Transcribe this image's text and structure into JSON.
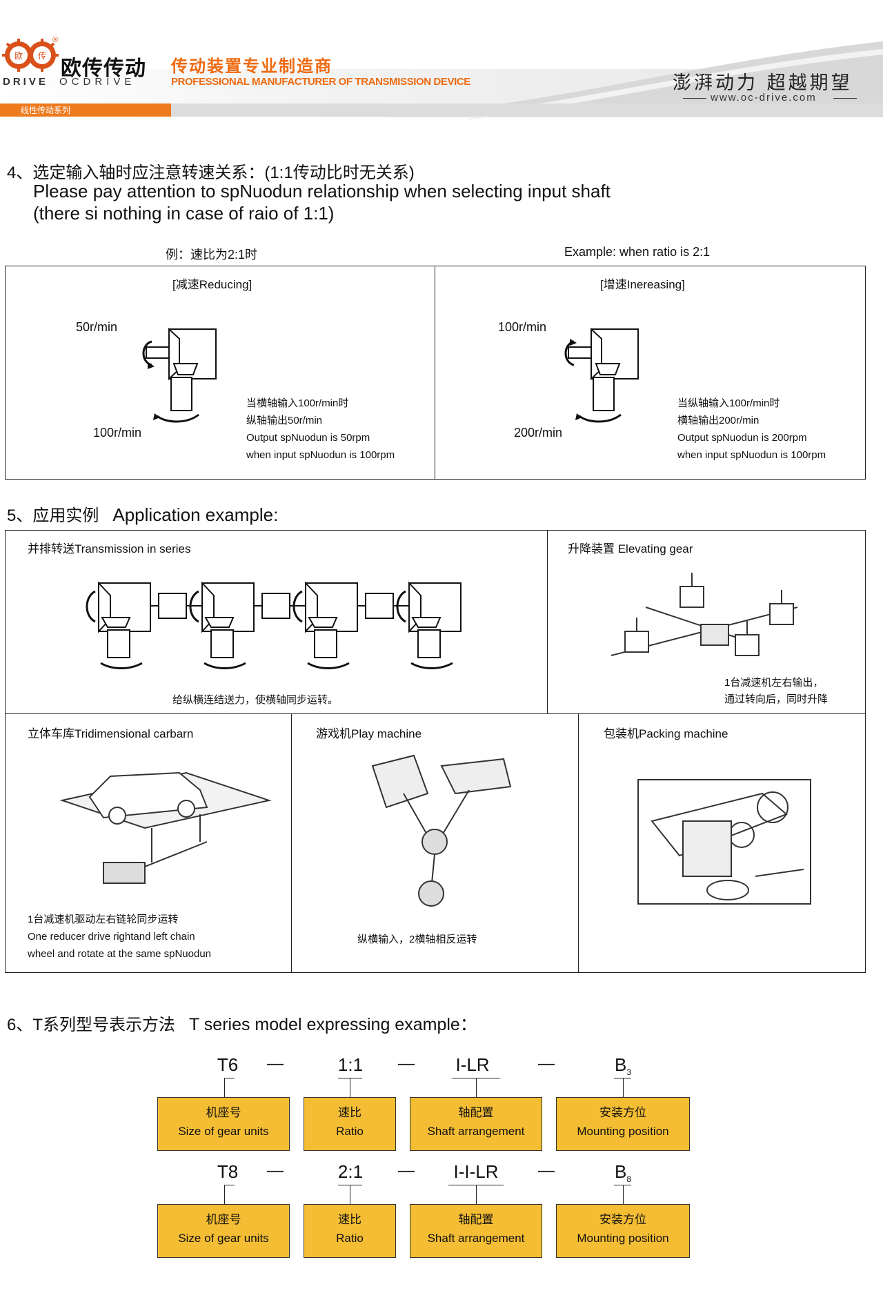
{
  "header": {
    "brand_cn": "欧传传动",
    "brand_en_left": "DRIVE",
    "brand_en_right": "OCDRIVE",
    "registered": "®",
    "logo_glyphs": [
      "欧",
      "传"
    ],
    "tagline_cn": "传动装置专业制造商",
    "tagline_en": "PROFESSIONAL MANUFACTURER OF TRANSMISSION DEVICE",
    "series_tab": "线性传动系列",
    "slogan": "澎湃动力 超越期望",
    "website": "www.oc-drive.com",
    "brand_color": "#ee7a1e"
  },
  "section4": {
    "title_cn": "4、选定输入轴时应注意转速关系：(1:1传动比时无关系)",
    "title_en1": "Please pay attention to spNuodun relationship when selecting input shaft",
    "title_en2": "(there si nothing in case of raio of 1:1)",
    "example_cn": "例：速比为2:1时",
    "example_en": "Example:  when ratio is 2:1",
    "reducing": {
      "title": "[减速Reducing]",
      "top_speed": "50r/min",
      "bottom_speed": "100r/min",
      "note": [
        "当横轴输入100r/min时",
        "纵轴输出50r/min",
        "Output spNuodun is 50rpm",
        "when input spNuodun is 100rpm"
      ]
    },
    "increasing": {
      "title": "[增速Inereasing]",
      "top_speed": "100r/min",
      "bottom_speed": "200r/min",
      "note": [
        "当纵轴输入100r/min时",
        "横轴输出200r/min",
        "Output spNuodun is 200rpm",
        "when input spNuodun is 100rpm"
      ]
    }
  },
  "section5": {
    "title_cn": "5、应用实例",
    "title_en": "Application example:",
    "series": {
      "title": "并排转送Transmission in series",
      "caption": "给纵横连结送力，使横轴同步运转。"
    },
    "elevating": {
      "title": "升降装置 Elevating gear",
      "caption": [
        "1台减速机左右输出，",
        "通过转向后，同时升降"
      ]
    },
    "carbarn": {
      "title": "立体车库Tridimensional carbarn",
      "caption": [
        "1台减速机驱动左右链轮同步运转",
        "One reducer drive rightand left chain",
        "wheel and rotate at the same spNuodun"
      ]
    },
    "play": {
      "title": "游戏机Play machine",
      "caption": "纵横输入，2横轴相反运转"
    },
    "packing": {
      "title": "包装机Packing machine"
    }
  },
  "section6": {
    "title_cn": "6、T系列型号表示方法",
    "title_en": "T series model expressing example：",
    "rows": [
      {
        "codes": [
          "T6",
          "1:1",
          "I-LR",
          "B"
        ],
        "mount_sub": "3"
      },
      {
        "codes": [
          "T8",
          "2:1",
          "I-I-LR",
          "B"
        ],
        "mount_sub": "8"
      }
    ],
    "dash": "—",
    "labels": [
      {
        "cn": "机座号",
        "en": "Size of gear units"
      },
      {
        "cn": "速比",
        "en": "Ratio"
      },
      {
        "cn": "轴配置",
        "en": "Shaft arrangement"
      },
      {
        "cn": "安装方位",
        "en": "Mounting position"
      }
    ],
    "box_color": "#f4bd33"
  }
}
